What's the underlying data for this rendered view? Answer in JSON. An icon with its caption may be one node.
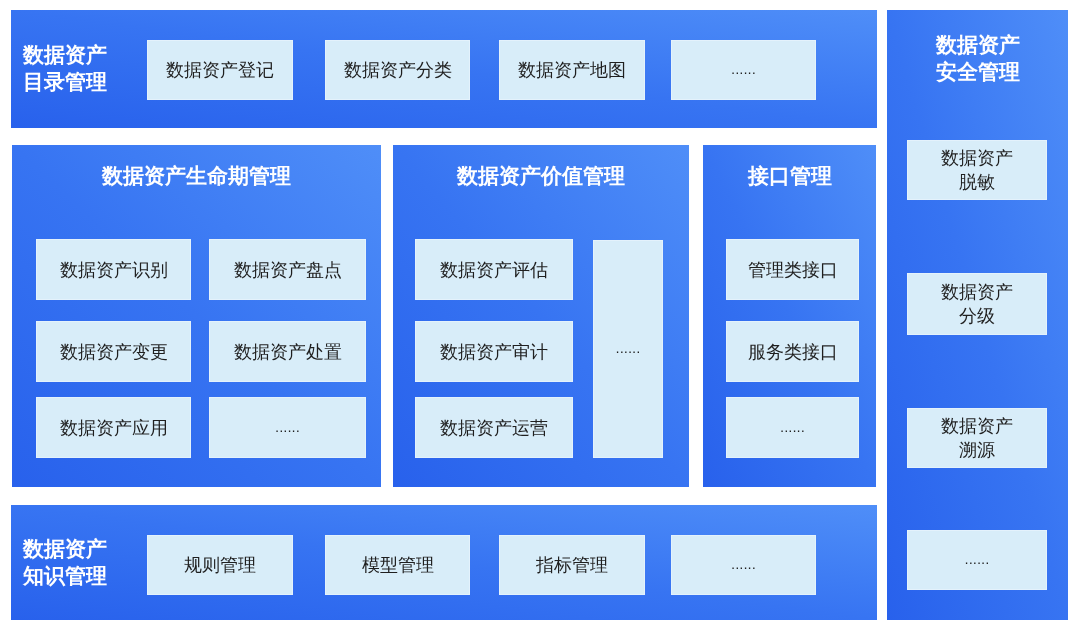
{
  "diagram": {
    "nodes": [
      {
        "text": [
          "数据资产目录管理"
        ]
      },
      {
        "text": [
          "数据资产登记"
        ],
        "in": 0
      },
      {
        "text": [
          "数据资产分类"
        ],
        "in": 0
      },
      {
        "text": [
          "数据资产地图"
        ],
        "in": 0
      },
      {
        "text": [
          "......"
        ],
        "in": 0
      },
      {
        "text": [
          "数据资产生命期管理"
        ]
      },
      {
        "text": [
          "数据资产识别"
        ],
        "in": 5
      },
      {
        "text": [
          "数据资产盘点"
        ],
        "in": 5
      },
      {
        "text": [
          "数据资产变更"
        ],
        "in": 5
      },
      {
        "text": [
          "数据资产处置"
        ],
        "in": 5
      },
      {
        "text": [
          "数据资产应用"
        ],
        "in": 5
      },
      {
        "text": [
          "......"
        ],
        "in": 5
      },
      {
        "text": [
          "数据资产价值管理"
        ]
      },
      {
        "text": [
          "数据资产评估"
        ],
        "in": 12
      },
      {
        "text": [
          "数据资产审计"
        ],
        "in": 12
      },
      {
        "text": [
          "数据资产运营"
        ],
        "in": 12
      },
      {
        "text": [
          "......"
        ],
        "in": 12
      },
      {
        "text": [
          "接口管理"
        ]
      },
      {
        "text": [
          "管理类接口"
        ],
        "in": 17
      },
      {
        "text": [
          "服务类接口"
        ],
        "in": 17
      },
      {
        "text": [
          "......"
        ],
        "in": 17
      },
      {
        "text": [
          "数据资产知识管理"
        ]
      },
      {
        "text": [
          "规则管理"
        ],
        "in": 21
      },
      {
        "text": [
          "模型管理"
        ],
        "in": 21
      },
      {
        "text": [
          "指标管理"
        ],
        "in": 21
      },
      {
        "text": [
          "......"
        ],
        "in": 21
      },
      {
        "text": [
          "数据资产安全管理"
        ]
      },
      {
        "text": [
          "数据资产脱敏"
        ],
        "in": 26
      },
      {
        "text": [
          "数据资产分级"
        ],
        "in": 26
      },
      {
        "text": [
          "数据资产溯源"
        ],
        "in": 26
      },
      {
        "text": [
          "......"
        ],
        "in": 26
      }
    ]
  }
}
